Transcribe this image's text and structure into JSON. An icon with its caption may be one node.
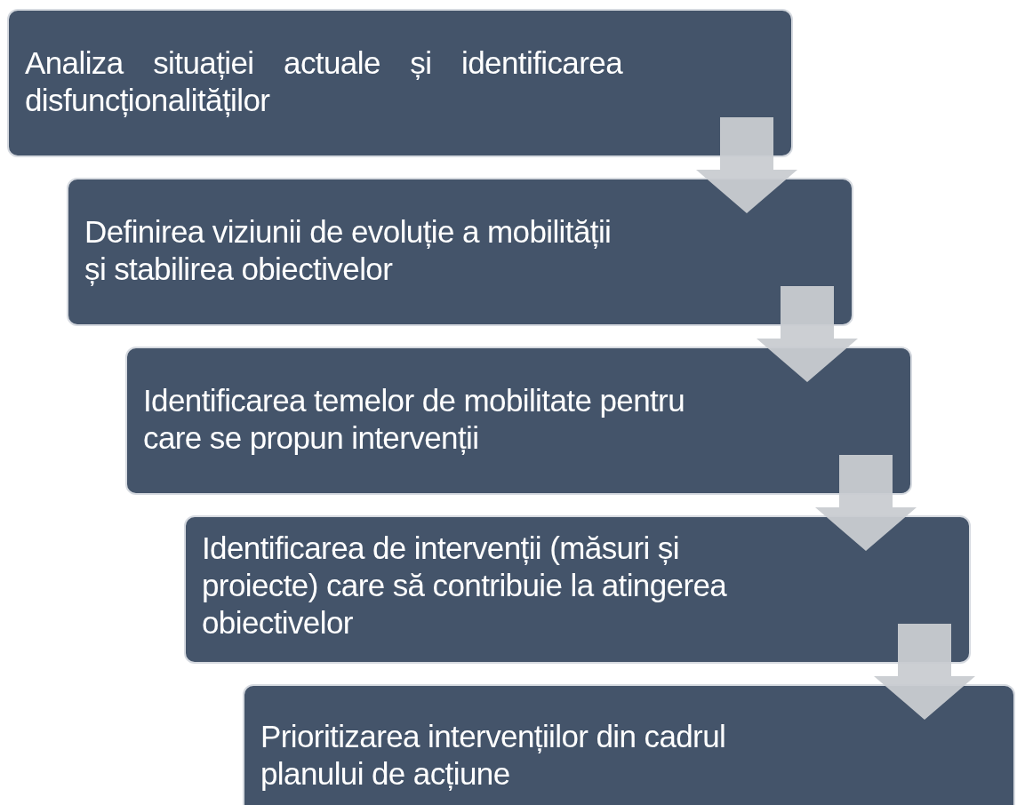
{
  "diagram": {
    "nodes": [
      {
        "text": [
          "Analiza situației actuale și identificarea disfuncționalităților"
        ]
      },
      {
        "text": [
          "Definirea viziunii de evoluție a mobilității și stabilirea obiectivelor"
        ]
      },
      {
        "text": [
          "Identificarea temelor de mobilitate pentru care se propun intervenții"
        ]
      },
      {
        "text": [
          "Identificarea de intervenții (măsuri și proiecte) care să contribuie la atingerea obiectivelor"
        ]
      },
      {
        "text": [
          "Prioritizarea intervențiilor din cadrul planului de acțiune"
        ]
      }
    ],
    "edges": [
      {
        "from": 0,
        "to": 1,
        "arrow": "to"
      },
      {
        "from": 1,
        "to": 2,
        "arrow": "to"
      },
      {
        "from": 2,
        "to": 3,
        "arrow": "to"
      },
      {
        "from": 3,
        "to": 4,
        "arrow": "to"
      }
    ]
  }
}
